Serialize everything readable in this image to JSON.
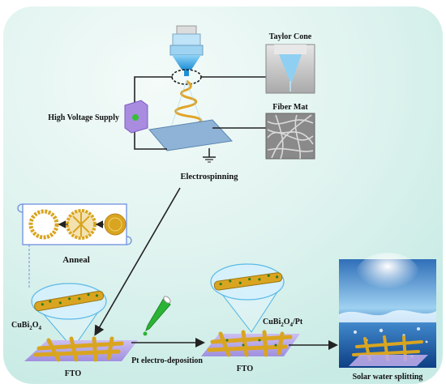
{
  "labels": {
    "taylor_cone": "Taylor Cone",
    "fiber_mat": "Fiber Mat",
    "high_voltage": "High Voltage  Supply",
    "electrospinning": "Electrospinning",
    "anneal": "Anneal",
    "cubi2o4_prefix": "CuBi",
    "cubi2o4_sub1": "2",
    "cubi2o4_o": "O",
    "cubi2o4_sub2": "4",
    "cubi2o4pt_prefix": "CuBi",
    "cubi2o4pt_sub1": "2",
    "cubi2o4pt_o": "O",
    "cubi2o4pt_sub2": "4",
    "cubi2o4pt_suffix": "/Pt",
    "fto_left": "FTO",
    "fto_mid": "FTO",
    "pt_deposition": "Pt electro-deposition",
    "solar": "Solar water splitting"
  },
  "colors": {
    "background_tint": "#d9f2ee",
    "gold": "#d9a520",
    "substrate": "#8fb3d6",
    "fto_base": "#b9a9e8",
    "wire": "#222222",
    "needle_blue": "#3da8e6",
    "supply_purple": "#a98be0"
  }
}
